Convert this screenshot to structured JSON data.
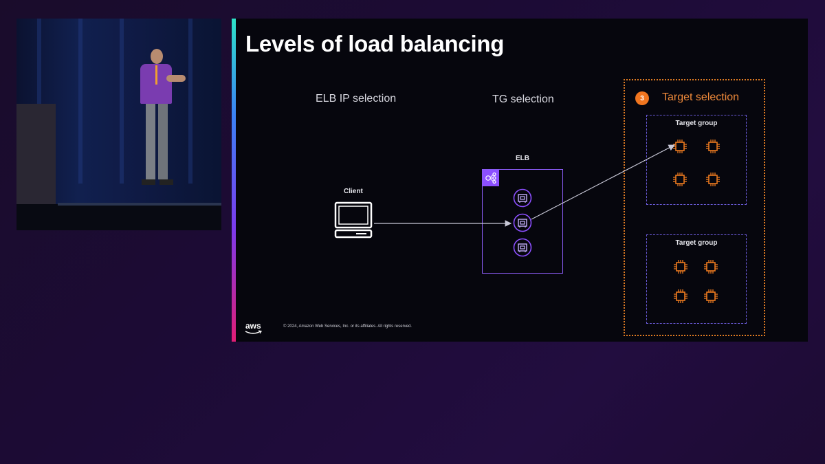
{
  "slide": {
    "title": "Levels of load balancing",
    "col_elb_ip": "ELB IP selection",
    "col_tg": "TG selection",
    "client_label": "Client",
    "elb_label": "ELB",
    "step_number": "3",
    "target_title": "Target selection",
    "target_groups": [
      {
        "label": "Target group"
      },
      {
        "label": "Target group"
      }
    ],
    "aws_logo_text": "aws",
    "copyright": "© 2024, Amazon Web Services, Inc. or its affiliates. All rights reserved."
  },
  "colors": {
    "accent_orange": "#e07b22",
    "elb_purple": "#8c4fff",
    "tg_border": "#6a5ad8"
  },
  "icons": [
    "monitor-icon",
    "elb-icon",
    "network-interface-icon",
    "chip-icon",
    "aws-smile-icon"
  ]
}
